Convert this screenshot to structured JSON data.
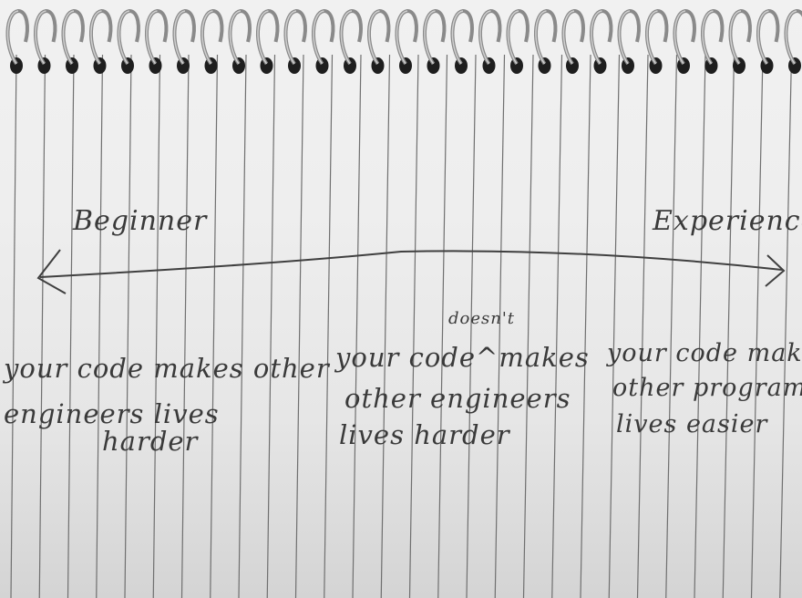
{
  "labels": {
    "left": "Beginner",
    "right": "Experienced"
  },
  "notes": {
    "left": [
      "your code makes other",
      "engineers lives",
      "harder"
    ],
    "middle_insert": "doesn't",
    "middle": [
      "your code^makes",
      "other engineers",
      "lives harder"
    ],
    "right": [
      "your code makes",
      "other programmers",
      "lives easier"
    ]
  },
  "colors": {
    "paper": "#eeeeee",
    "ruled_line": "#6f6f6f",
    "ink": "#3a3a3a",
    "spiral_wire": "#8a8a8a",
    "spiral_hole": "#1e1e1e"
  },
  "icons": {
    "spectrum": "double-headed-arrow-icon",
    "binding": "spiral-binding-icon"
  }
}
